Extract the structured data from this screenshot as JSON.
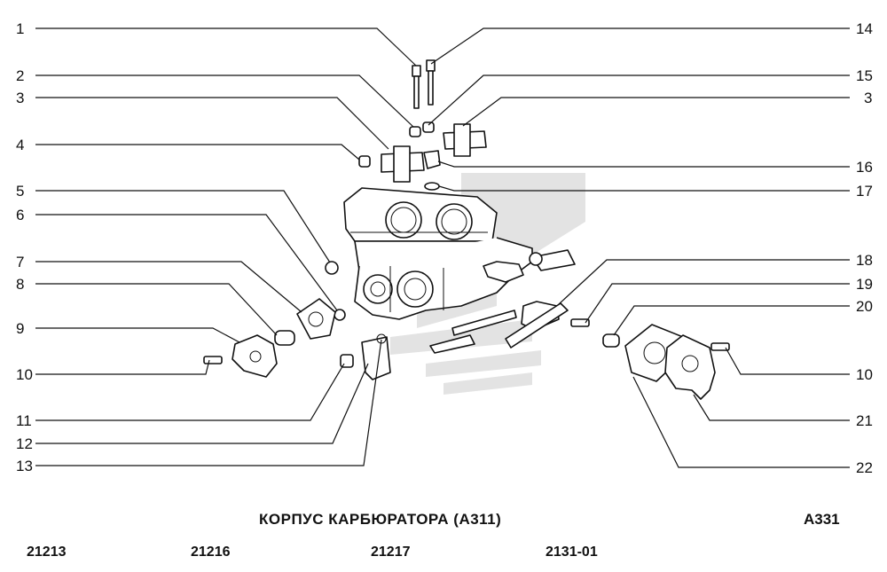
{
  "diagram": {
    "title": "КОРПУС КАРБЮРАТОРА (A311)",
    "code": "A331",
    "models": [
      "21213",
      "21216",
      "21217",
      "2131-01"
    ],
    "left_callouts": [
      "1",
      "2",
      "3",
      "4",
      "5",
      "6",
      "7",
      "8",
      "9",
      "10",
      "11",
      "12",
      "13"
    ],
    "right_callouts": [
      "14",
      "15",
      "3",
      "16",
      "17",
      "18",
      "19",
      "20",
      "10",
      "21",
      "22"
    ]
  }
}
